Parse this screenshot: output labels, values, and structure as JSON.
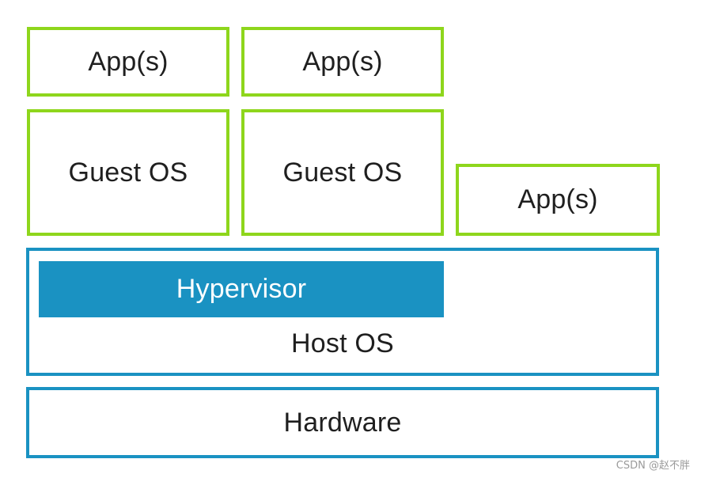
{
  "colors": {
    "green": "#8ed61c",
    "blue": "#1a92c2"
  },
  "layers": {
    "vm1_app": "App(s)",
    "vm2_app": "App(s)",
    "vm1_guest_os": "Guest OS",
    "vm2_guest_os": "Guest OS",
    "native_app": "App(s)",
    "hypervisor": "Hypervisor",
    "host_os": "Host OS",
    "hardware": "Hardware"
  },
  "watermark": "CSDN @赵不胖"
}
